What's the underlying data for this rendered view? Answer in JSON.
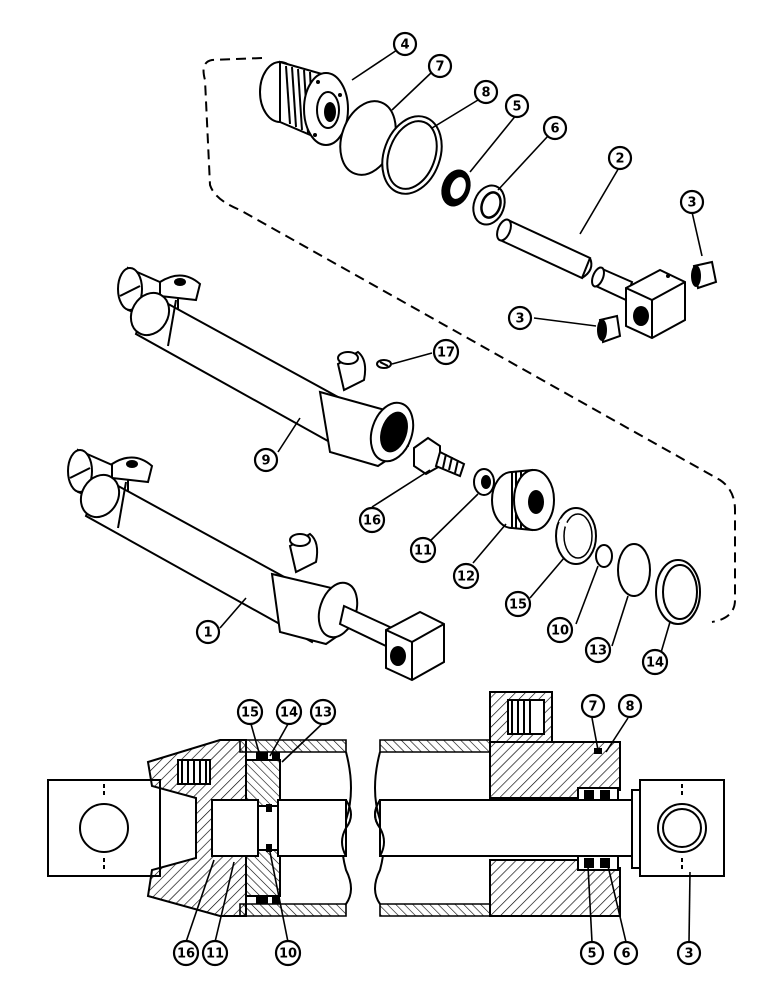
{
  "callouts": [
    {
      "id": "c4",
      "text": "4"
    },
    {
      "id": "c7",
      "text": "7"
    },
    {
      "id": "c8",
      "text": "8"
    },
    {
      "id": "c5",
      "text": "5"
    },
    {
      "id": "c6",
      "text": "6"
    },
    {
      "id": "c2",
      "text": "2"
    },
    {
      "id": "c3a",
      "text": "3"
    },
    {
      "id": "c3b",
      "text": "3"
    },
    {
      "id": "c17",
      "text": "17"
    },
    {
      "id": "c9",
      "text": "9"
    },
    {
      "id": "c16",
      "text": "16"
    },
    {
      "id": "c11",
      "text": "11"
    },
    {
      "id": "c12",
      "text": "12"
    },
    {
      "id": "c15",
      "text": "15"
    },
    {
      "id": "c10",
      "text": "10"
    },
    {
      "id": "c13",
      "text": "13"
    },
    {
      "id": "c14",
      "text": "14"
    },
    {
      "id": "c1",
      "text": "1"
    },
    {
      "id": "s15",
      "text": "15"
    },
    {
      "id": "s14",
      "text": "14"
    },
    {
      "id": "s13",
      "text": "13"
    },
    {
      "id": "s7",
      "text": "7"
    },
    {
      "id": "s8",
      "text": "8"
    },
    {
      "id": "s16",
      "text": "16"
    },
    {
      "id": "s11",
      "text": "11"
    },
    {
      "id": "s10",
      "text": "10"
    },
    {
      "id": "s5",
      "text": "5"
    },
    {
      "id": "s6",
      "text": "6"
    },
    {
      "id": "s3",
      "text": "3"
    }
  ]
}
